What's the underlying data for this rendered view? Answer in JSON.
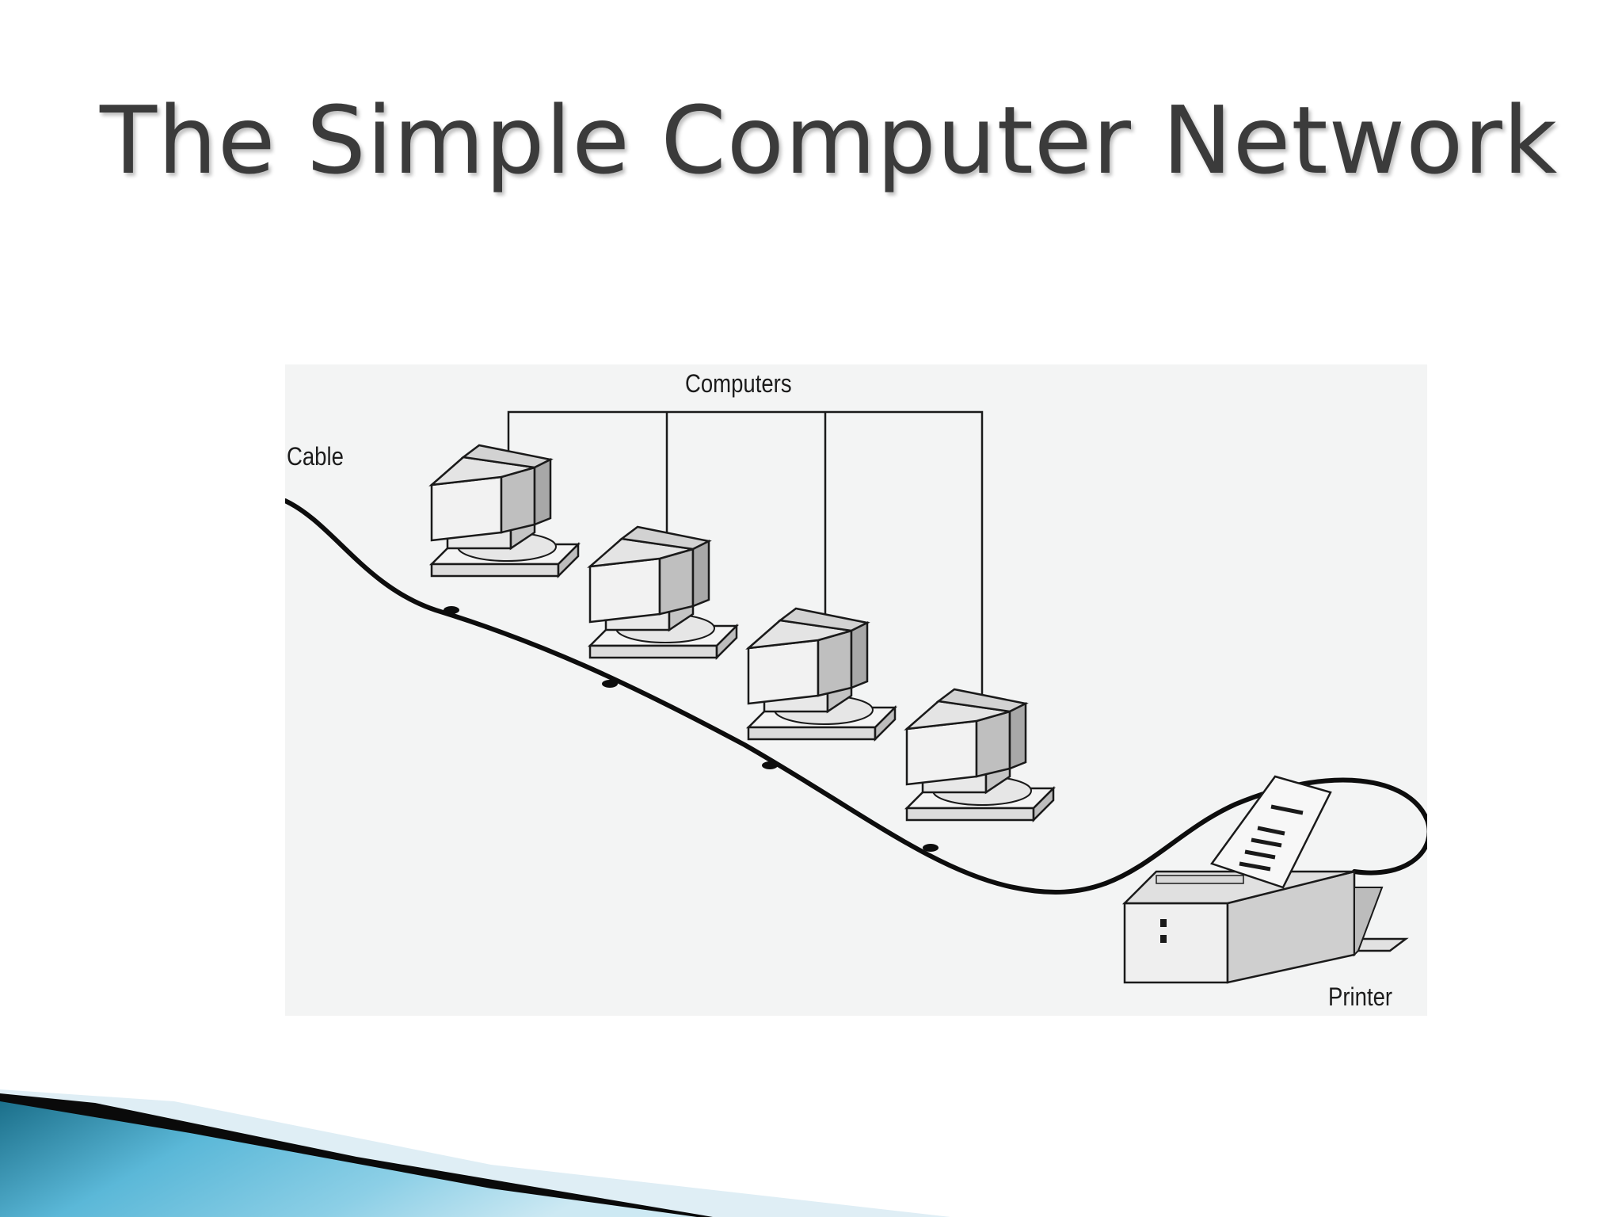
{
  "slide": {
    "title": "The Simple Computer Network"
  },
  "diagram": {
    "labels": {
      "computers": "Computers",
      "cable": "Cable",
      "printer": "Printer"
    }
  },
  "colors": {
    "title": "#3b3b3b",
    "figure_background": "#f3f4f4",
    "swoosh_light": "#5bb8d8",
    "swoosh_dark": "#1b6f8a"
  }
}
